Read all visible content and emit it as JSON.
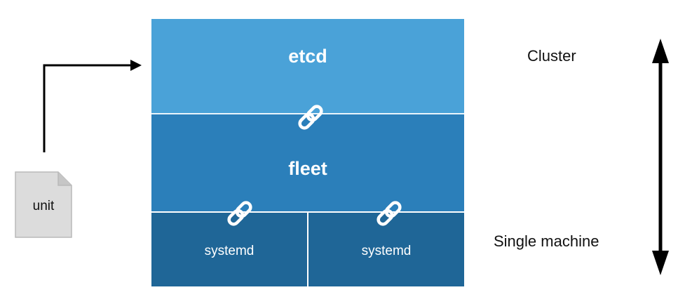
{
  "layers": {
    "etcd": "etcd",
    "fleet": "fleet",
    "systemd_left": "systemd",
    "systemd_right": "systemd"
  },
  "file": {
    "label": "unit"
  },
  "scale": {
    "top": "Cluster",
    "bottom": "Single machine"
  },
  "colors": {
    "etcd": "#4aa2d8",
    "fleet": "#2b7fba",
    "systemd": "#1f6697",
    "link_icon": "#ffffff",
    "document": "#d9d9d9"
  },
  "icons": [
    "link-icon",
    "document-icon",
    "double-arrow-icon",
    "elbow-arrow-icon"
  ]
}
